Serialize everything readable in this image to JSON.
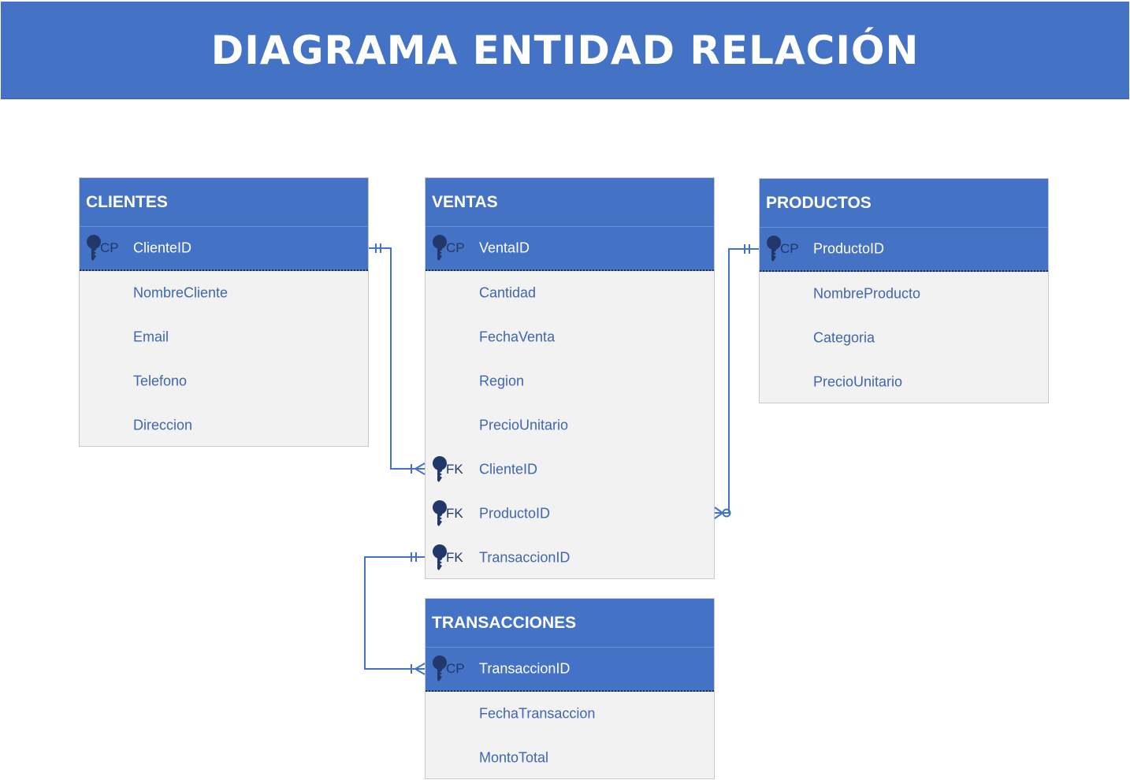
{
  "title": "DIAGRAMA ENTIDAD RELACIÓN",
  "colors": {
    "accent": "#4472c4",
    "body": "#f2f2f2",
    "text": "#3f66b0",
    "key": "#22386a"
  },
  "icons": {
    "key": "key-icon"
  },
  "entities": {
    "clientes": {
      "name": "CLIENTES",
      "pk": {
        "tag": "CP",
        "field": "ClienteID"
      },
      "fields": [
        "NombreCliente",
        "Email",
        "Telefono",
        "Direccion"
      ]
    },
    "ventas": {
      "name": "VENTAS",
      "pk": {
        "tag": "CP",
        "field": "VentaID"
      },
      "fields": [
        "Cantidad",
        "FechaVenta",
        "Region",
        "PrecioUnitario"
      ],
      "fks": [
        {
          "tag": "FK",
          "field": "ClienteID"
        },
        {
          "tag": "FK",
          "field": "ProductoID"
        },
        {
          "tag": "FK",
          "field": "TransaccionID"
        }
      ]
    },
    "productos": {
      "name": "PRODUCTOS",
      "pk": {
        "tag": "CP",
        "field": "ProductoID"
      },
      "fields": [
        "NombreProducto",
        "Categoria",
        "PrecioUnitario"
      ]
    },
    "transacciones": {
      "name": "TRANSACCIONES",
      "pk": {
        "tag": "CP",
        "field": "TransaccionID"
      },
      "fields": [
        "FechaTransaccion",
        "MontoTotal"
      ]
    }
  },
  "relationships": [
    {
      "from": "CLIENTES.ClienteID",
      "to": "VENTAS.ClienteID",
      "from_card": "one-and-only-one",
      "to_card": "one-or-many"
    },
    {
      "from": "PRODUCTOS.ProductoID",
      "to": "VENTAS.ProductoID",
      "from_card": "one-and-only-one",
      "to_card": "zero-or-many"
    },
    {
      "from": "VENTAS.TransaccionID",
      "to": "TRANSACCIONES.TransaccionID",
      "from_card": "one-and-only-one",
      "to_card": "one-or-many"
    }
  ]
}
